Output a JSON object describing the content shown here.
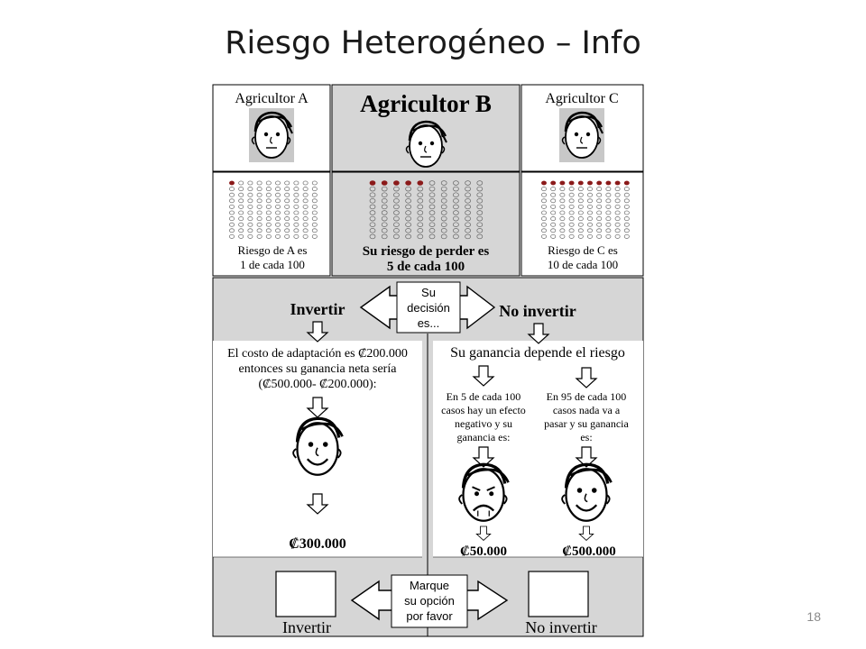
{
  "slide": {
    "title": "Riesgo Heterogéneo – Info",
    "page_number": "18"
  },
  "farmers": {
    "a": {
      "name": "Agricultor A",
      "risk_line1": "Riesgo de A es",
      "risk_line2": "1 de cada 100",
      "red_dots": 1
    },
    "b": {
      "name": "Agricultor B",
      "risk_line1": "Su riesgo de perder es",
      "risk_line2": "5 de cada 100",
      "red_dots": 5
    },
    "c": {
      "name": "Agricultor C",
      "risk_line1": "Riesgo de C es",
      "risk_line2": "10 de cada 100",
      "red_dots": 10
    }
  },
  "decision": {
    "prompt_line1": "Su",
    "prompt_line2": "decisión",
    "prompt_line3": "es...",
    "invest_label": "Invertir",
    "no_invest_label": "No invertir"
  },
  "invest_branch": {
    "cost_line1": "El costo de adaptación es ₡200.000",
    "cost_line2": "entonces su ganancia neta sería",
    "cost_line3": "(₡500.000- ₡200.000):",
    "result": "₡300.000"
  },
  "no_invest_branch": {
    "header": "Su ganancia depende el riesgo",
    "bad_line1": "En 5 de cada 100",
    "bad_line2": "casos hay un efecto",
    "bad_line3": "negativo y su",
    "bad_line4": "ganancia es:",
    "bad_result": "₡50.000",
    "good_line1": "En 95 de cada 100",
    "good_line2": "casos nada va a",
    "good_line3": "pasar y su ganancia",
    "good_line4": "es:",
    "good_result": "₡500.000"
  },
  "choice": {
    "prompt_line1": "Marque",
    "prompt_line2": "su opción",
    "prompt_line3": "por favor",
    "invest_label": "Invertir",
    "no_invest_label": "No invertir"
  },
  "colors": {
    "panel_gray": "#d6d6d6",
    "risk_dot_red": "#8b1a1a",
    "dot_outline": "#666666"
  }
}
